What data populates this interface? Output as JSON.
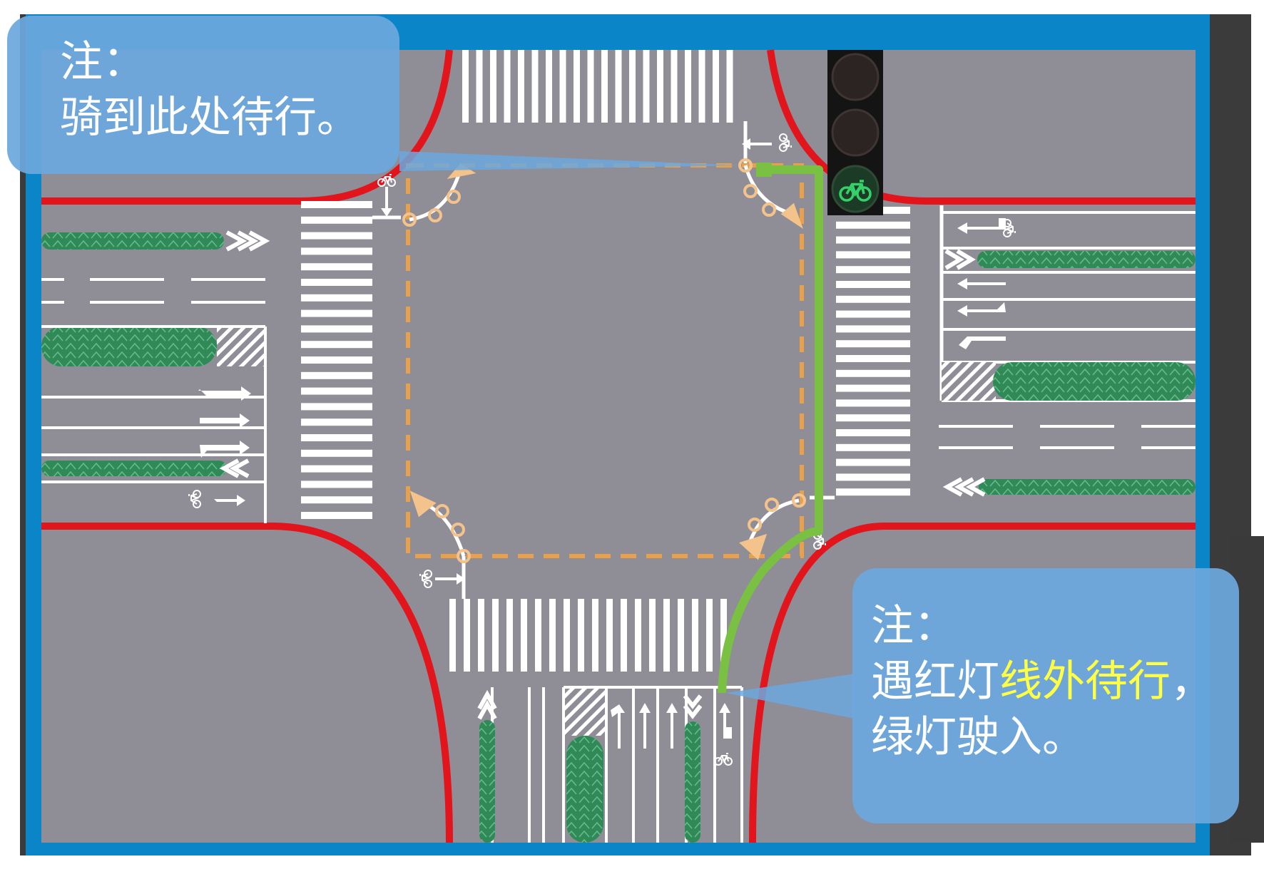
{
  "notes": {
    "top_left": {
      "heading": "注：",
      "text": "骑到此处待行。"
    },
    "bottom_right": {
      "heading": "注：",
      "text_before": "遇红灯",
      "text_highlight": "线外待行",
      "text_after": "，",
      "line2": "绿灯驶入。"
    }
  },
  "traffic_light": {
    "lamps": [
      "off",
      "off",
      "bicycle-green"
    ]
  },
  "colors": {
    "frame_blue": "#0a86c8",
    "road_gray": "#8f8d96",
    "curb_red": "#e2141c",
    "median_green": "#2f8a58",
    "bike_path_green": "#79c043",
    "waiting_zone_orange": "#e8a04a",
    "note_blue": "#6ca8de",
    "note_highlight": "#ffff44"
  }
}
